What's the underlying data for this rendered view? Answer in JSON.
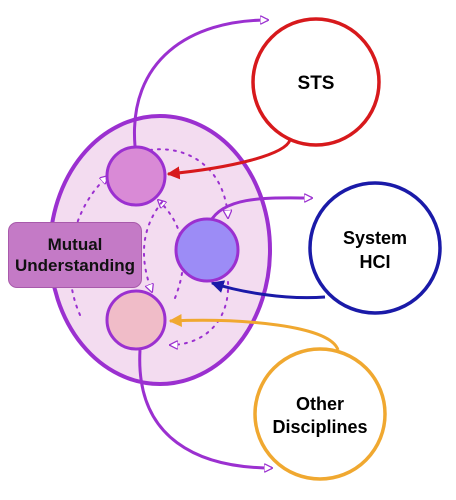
{
  "nodes": {
    "sts": {
      "label": "STS",
      "color": "#d7191c"
    },
    "system_hci": {
      "line1": "System",
      "line2": "HCI",
      "color": "#1a1aa8"
    },
    "other_disciplines": {
      "line1": "Other",
      "line2": "Disciplines",
      "color": "#f0a830"
    }
  },
  "central_group": {
    "fill": "#f3dcf0",
    "stroke": "#9b30d0",
    "badge": {
      "line1": "Mutual",
      "line2": "Understanding",
      "color": "#c47ac6"
    }
  },
  "inner_nodes": [
    {
      "name": "top",
      "fill": "#d98ad6"
    },
    {
      "name": "middle",
      "fill": "#9c8cf6"
    },
    {
      "name": "bottom",
      "fill": "#f0bcc8"
    }
  ],
  "connector_color": "#9b30d0",
  "icons": [
    "arrowhead-icon"
  ]
}
